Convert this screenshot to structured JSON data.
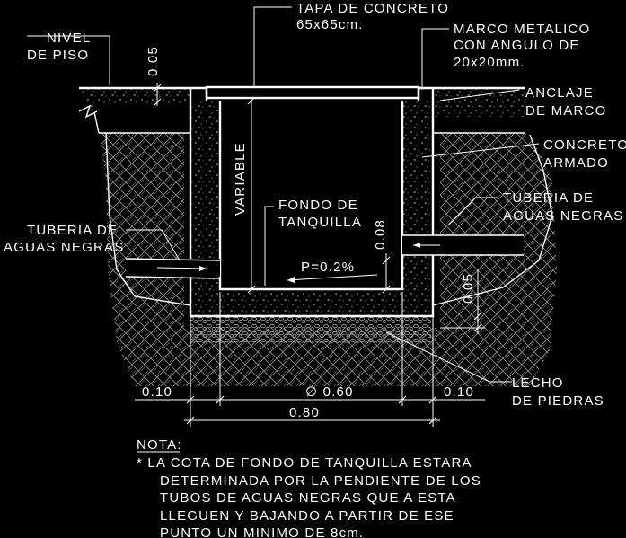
{
  "drawing": {
    "labels": {
      "tapa_line1": "TAPA DE CONCRETO",
      "tapa_line2": "65x65cm.",
      "marco_line1": "MARCO METALICO",
      "marco_line2": "CON ANGULO DE",
      "marco_line3": "20x20mm.",
      "nivel_line1": "NIVEL",
      "nivel_line2": "DE PISO",
      "anclaje_line1": "ANCLAJE",
      "anclaje_line2": "DE MARCO",
      "concreto_line1": "CONCRETO",
      "concreto_line2": "ARMADO",
      "tuberia_right_line1": "TUBERIA DE",
      "tuberia_right_line2": "AGUAS NEGRAS",
      "tuberia_left_line1": "TUBERIA DE",
      "tuberia_left_line2": "AGUAS NEGRAS",
      "fondo_line1": "FONDO DE",
      "fondo_line2": "TANQUILLA",
      "variable": "VARIABLE",
      "pendiente": "P=0.2%",
      "lecho_line1": "LECHO",
      "lecho_line2": "DE PIEDRAS"
    },
    "dimensions": {
      "top_slab": "0.05",
      "pipe_height": "0.08",
      "bed": "0.05",
      "wall_left": "0.10",
      "inner_width": "∅ 0.60",
      "wall_right": "0.10",
      "total_width": "0.80"
    },
    "note": {
      "title": "NOTA:",
      "lines": [
        "* LA COTA DE FONDO DE TANQUILLA ESTARA",
        "DETERMINADA POR LA PENDIENTE DE LOS",
        "TUBOS DE AGUAS NEGRAS  QUE A ESTA",
        "LLEGUEN Y BAJANDO A PARTIR DE ESE",
        "PUNTO UN MINIMO DE 8cm."
      ]
    },
    "colors": {
      "background": "#000000",
      "linework": "#ffffff",
      "hatch": "#9a9a9a"
    }
  }
}
